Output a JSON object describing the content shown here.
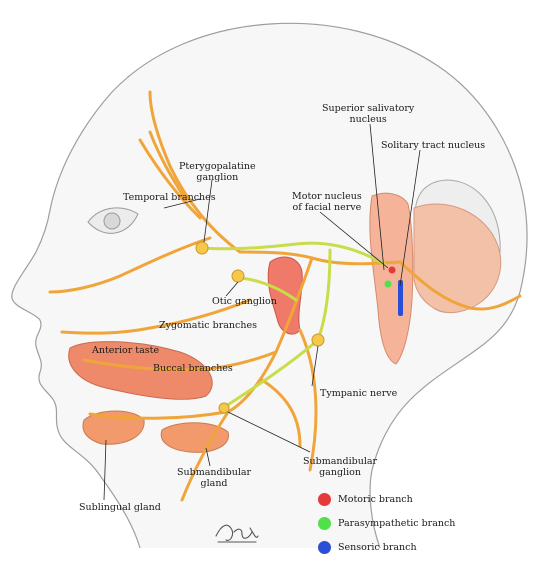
{
  "labels": {
    "superior_salivatory_nucleus": [
      "Superior salivatory",
      "nucleus"
    ],
    "solitary_tract_nucleus": "Solitary tract nucleus",
    "pterygopalatine_ganglion": [
      "Pterygopalatine",
      "ganglion"
    ],
    "temporal_branches": "Temporal branches",
    "motor_nucleus_facial_nerve": [
      "Motor nucleus",
      "of facial nerve"
    ],
    "otic_ganglion": "Otic ganglion",
    "zygomatic_branches": "Zygomatic branches",
    "anterior_taste": "Anterior taste",
    "buccal_branches": "Buccal branches",
    "tympanic_nerve": "Tympanic nerve",
    "submandibular_ganglion": [
      "Submandibular",
      "ganglion"
    ],
    "submandibular_gland": [
      "Submandibular",
      "gland"
    ],
    "sublingual_gland": "Sublingual gland"
  },
  "legend": [
    {
      "label": "Motoric branch",
      "color": "#e5393a"
    },
    {
      "label": "Parasympathetic branch",
      "color": "#4fe04a"
    },
    {
      "label": "Sensoric branch",
      "color": "#2a4fd6"
    }
  ],
  "colors": {
    "nerve": "#f0a53a",
    "parasympathetic_nerve": "#c9dc4a",
    "gland": "#f29a6c",
    "muscle": "#ee8a6a",
    "brainstem": "#f5b49a",
    "outline": "#b9b9b9"
  }
}
